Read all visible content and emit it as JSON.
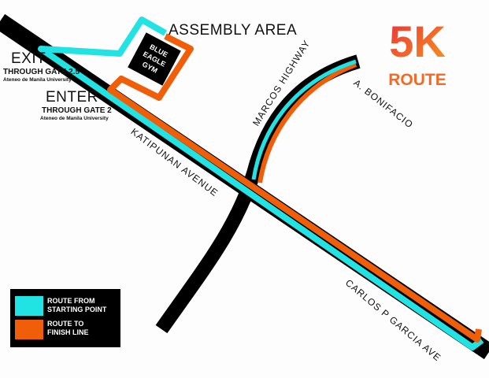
{
  "title": {
    "big": "5K",
    "sub": "ROUTE"
  },
  "gym": {
    "line1": "BLUE",
    "line2": "EAGLE",
    "line3": "GYM"
  },
  "labels": {
    "assembly": "ASSEMBLY AREA",
    "exit": "EXIT",
    "exit_gate": "THROUGH GATE 2.5",
    "exit_univ": "Ateneo de Manila University",
    "enter": "ENTER",
    "enter_gate": "THROUGH GATE 2",
    "enter_univ": "Ateneo de Manila University",
    "katipunan": "KATIPUNAN AVENUE",
    "marcos": "MARCOS HIGHWAY",
    "bonifacio": "A. BONIFACIO",
    "carlos": "CARLOS P GARCIA AVE"
  },
  "legend": [
    {
      "label1": "ROUTE FROM",
      "label2": "STARTING POINT",
      "color": "#22e3e3"
    },
    {
      "label1": "ROUTE TO",
      "label2": "FINISH LINE",
      "color": "#f05e0a"
    }
  ],
  "colors": {
    "cyan": "#22e3e3",
    "orange": "#f05e0a",
    "road": "#000000"
  }
}
